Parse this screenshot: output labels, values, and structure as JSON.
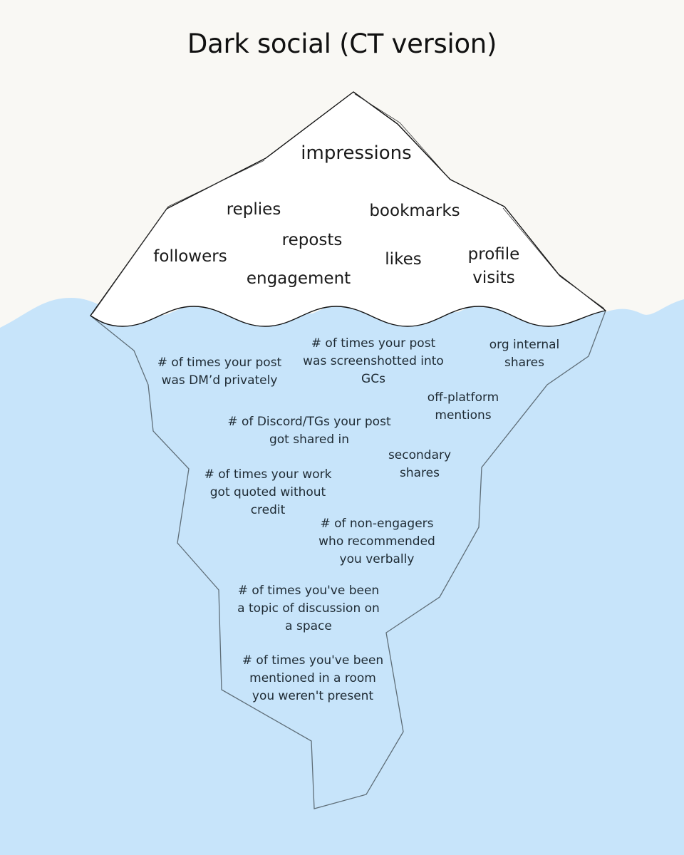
{
  "title": "Dark social (CT version)",
  "colors": {
    "sky": "#f9f8f4",
    "water": "#c7e4fa",
    "iceberg_top": "#ffffff",
    "iceberg_under": "#c7e4fa",
    "outline": "#5a6670",
    "text": "#141414"
  },
  "above_water": {
    "impressions": "impressions",
    "replies": "replies",
    "bookmarks": "bookmarks",
    "reposts": "reposts",
    "followers": "followers",
    "likes": "likes",
    "profile_visits": "profile\nvisits",
    "engagement": "engagement"
  },
  "below_water": {
    "dm_privately": "# of times your post\nwas DM’d privately",
    "screenshotted": "# of times your post\nwas screenshotted into\nGCs",
    "org_internal": "org internal\nshares",
    "off_platform": "off-platform\nmentions",
    "discord_tgs": "# of Discord/TGs your post\ngot shared in",
    "secondary": "secondary\nshares",
    "quoted_without_credit": "# of times your work\ngot quoted without\ncredit",
    "non_engagers": "# of non-engagers\nwho recommended\nyou verbally",
    "space_topic": "# of times you've been\na topic of discussion on\na space",
    "mentioned_in_room": "# of times you've been\nmentioned in a room\nyou weren't present"
  }
}
